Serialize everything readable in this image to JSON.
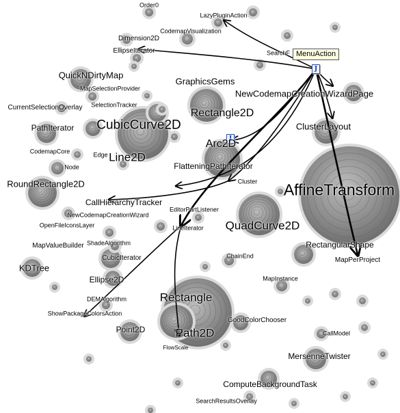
{
  "tooltip": {
    "text": "MenuAction"
  },
  "icons": {
    "file": "java-file-icon"
  },
  "labels": [
    {
      "key": "order0",
      "text": "Order0",
      "size": 9
    },
    {
      "key": "lazypluginaction",
      "text": "LazyPluginAction",
      "size": 9
    },
    {
      "key": "codemapvisualization",
      "text": "CodemapVisualization",
      "size": 9
    },
    {
      "key": "dimension2d",
      "text": "Dimension2D",
      "size": 10
    },
    {
      "key": "ellipseiterator",
      "text": "EllipseIterator",
      "size": 10
    },
    {
      "key": "searchf",
      "text": "SearchF",
      "size": 9
    },
    {
      "key": "quickndirtymap",
      "text": "QuickNDirtyMap",
      "size": 13
    },
    {
      "key": "graphicsgems",
      "text": "GraphicsGems",
      "size": 13
    },
    {
      "key": "mapselectionprovider",
      "text": "MapSelectionProvider",
      "size": 9
    },
    {
      "key": "newcodemapcreationwizardpage",
      "text": "NewCodemapCreationWizardPage",
      "size": 13
    },
    {
      "key": "selectiontracker",
      "text": "SelectionTracker",
      "size": 9
    },
    {
      "key": "currentselectionoverlay",
      "text": "CurrentSelectionOverlay",
      "size": 10
    },
    {
      "key": "rectangle2d",
      "text": "Rectangle2D",
      "size": 16
    },
    {
      "key": "pathiterator",
      "text": "PathIterator",
      "size": 12
    },
    {
      "key": "cubiccurve2d",
      "text": "CubicCurve2D",
      "size": 19
    },
    {
      "key": "clusterlayout",
      "text": "ClusterLayout",
      "size": 13
    },
    {
      "key": "arc2d",
      "text": "Arc2D",
      "size": 16
    },
    {
      "key": "codemapcore",
      "text": "CodemapCore",
      "size": 9
    },
    {
      "key": "edge",
      "text": "Edge",
      "size": 9
    },
    {
      "key": "line2d",
      "text": "Line2D",
      "size": 17
    },
    {
      "key": "flatteningpathiterator",
      "text": "FlatteningPathIterator",
      "size": 12
    },
    {
      "key": "node",
      "text": "Node",
      "size": 9
    },
    {
      "key": "roundrectangle2d",
      "text": "RoundRectangle2D",
      "size": 13
    },
    {
      "key": "cluster",
      "text": "Cluster",
      "size": 9
    },
    {
      "key": "affinetransform",
      "text": "AffineTransform",
      "size": 23
    },
    {
      "key": "callhierarchytracker",
      "text": "CallHierarchyTracker",
      "size": 12
    },
    {
      "key": "newcodemapcreationwizard",
      "text": "NewCodemapCreationWizard",
      "size": 9
    },
    {
      "key": "editorpartlistener",
      "text": "EditorPartListener",
      "size": 9
    },
    {
      "key": "openfileiconslayer",
      "text": "OpenFileIconsLayer",
      "size": 9
    },
    {
      "key": "quadcurve2d",
      "text": "QuadCurve2D",
      "size": 17
    },
    {
      "key": "lineiterator",
      "text": "LineIterator",
      "size": 9
    },
    {
      "key": "mapvaluebuilder",
      "text": "MapValueBuilder",
      "size": 10
    },
    {
      "key": "shadealgorithm",
      "text": "ShadeAlgorithm",
      "size": 9
    },
    {
      "key": "rectangularshape",
      "text": "RectangularShape",
      "size": 12
    },
    {
      "key": "chainend",
      "text": "ChainEnd",
      "size": 9
    },
    {
      "key": "cubiciterator",
      "text": "CubicIterator",
      "size": 10
    },
    {
      "key": "mapperproject",
      "text": "MapPerProject",
      "size": 10
    },
    {
      "key": "kdtree",
      "text": "KDTree",
      "size": 13
    },
    {
      "key": "mapinstance",
      "text": "MapInstance",
      "size": 9
    },
    {
      "key": "ellipse2d",
      "text": "Ellipse2D",
      "size": 12
    },
    {
      "key": "rectangle",
      "text": "Rectangle",
      "size": 17
    },
    {
      "key": "demalgorithm",
      "text": "DEMAlgorithm",
      "size": 9
    },
    {
      "key": "showpackagecolorsaction",
      "text": "ShowPackageColorsAction",
      "size": 9
    },
    {
      "key": "goodcolorchooser",
      "text": "GoodColorChooser",
      "size": 10
    },
    {
      "key": "point2d",
      "text": "Point2D",
      "size": 12
    },
    {
      "key": "path2d",
      "text": "Path2D",
      "size": 17
    },
    {
      "key": "callmodel",
      "text": "CallModel",
      "size": 9
    },
    {
      "key": "flowscale",
      "text": "FlowScale",
      "size": 8
    },
    {
      "key": "mersennetwister",
      "text": "MersenneTwister",
      "size": 12
    },
    {
      "key": "computebackgroundtask",
      "text": "ComputeBackgroundTask",
      "size": 12
    },
    {
      "key": "searchresultsoverlay",
      "text": "SearchResultsOverlay",
      "size": 9
    }
  ]
}
